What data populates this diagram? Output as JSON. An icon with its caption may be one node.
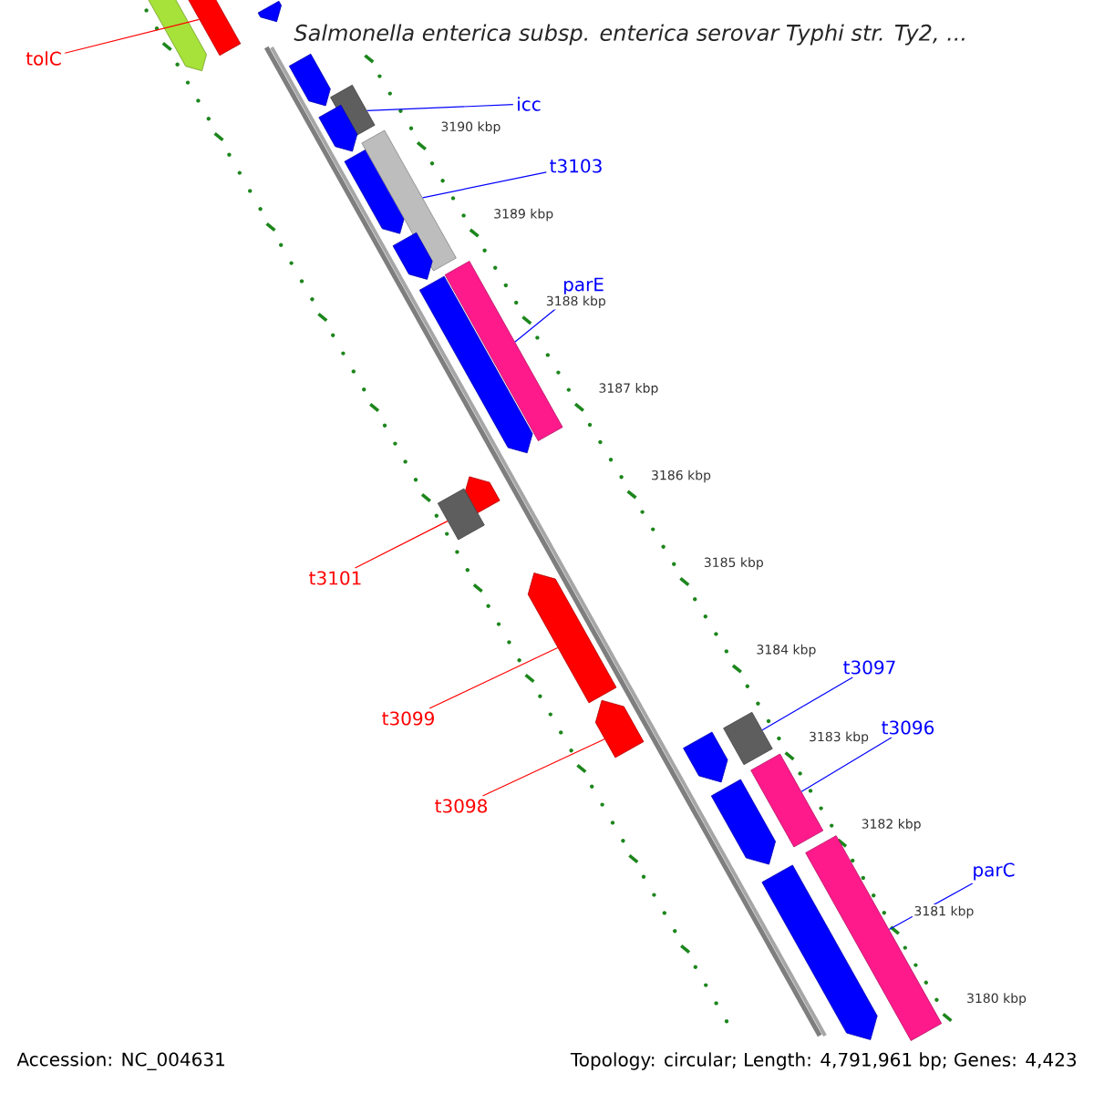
{
  "diagram": {
    "title": "Salmonella enterica subsp. enterica serovar Typhi str. Ty2, ...",
    "nodes": [
      {
        "text": [
          "tolC"
        ]
      },
      {
        "text": [
          "icc"
        ]
      },
      {
        "text": [
          "t3103"
        ]
      },
      {
        "text": [
          "parE"
        ]
      },
      {
        "text": [
          "t3101"
        ]
      },
      {
        "text": [
          "t3097"
        ]
      },
      {
        "text": [
          "t3099"
        ]
      },
      {
        "text": [
          "t3096"
        ]
      },
      {
        "text": [
          "t3098"
        ]
      },
      {
        "text": [
          "parC"
        ]
      },
      {
        "text": [],
        "shape": "pentagon"
      },
      {
        "text": [],
        "shape": "pentagon"
      },
      {
        "text": [],
        "shape": "pentagon"
      },
      {
        "text": [],
        "shape": "pentagon"
      },
      {
        "text": [],
        "shape": "bar"
      },
      {
        "text": [],
        "shape": "pentagon"
      },
      {
        "text": [],
        "shape": "pentagon"
      },
      {
        "text": [],
        "shape": "bar"
      },
      {
        "text": [],
        "shape": "pentagon"
      },
      {
        "text": [],
        "shape": "bar"
      },
      {
        "text": [],
        "shape": "pentagon"
      },
      {
        "text": [],
        "shape": "pentagon"
      },
      {
        "text": [],
        "shape": "bar"
      },
      {
        "text": [],
        "shape": "pentagon"
      },
      {
        "text": [],
        "shape": "pentagon"
      },
      {
        "text": [],
        "shape": "bar"
      },
      {
        "text": [],
        "shape": "pentagon"
      },
      {
        "text": [],
        "shape": "bar"
      },
      {
        "text": [],
        "shape": "pentagon"
      },
      {
        "text": [],
        "shape": "bar"
      },
      {
        "text": [],
        "shape": "pentagon"
      }
    ],
    "edges": [
      {
        "from": 0,
        "to": 12,
        "arrow": "none",
        "color": "#ff0000"
      },
      {
        "from": 1,
        "to": 14,
        "arrow": "none"
      },
      {
        "from": 2,
        "to": 17,
        "arrow": "none"
      },
      {
        "from": 3,
        "to": 19,
        "arrow": "none"
      },
      {
        "from": 4,
        "to": 22,
        "arrow": "none",
        "color": "#ff0000"
      },
      {
        "from": 6,
        "to": 23,
        "arrow": "none",
        "color": "#ff0000"
      },
      {
        "from": 8,
        "to": 24,
        "arrow": "none",
        "color": "#ff0000"
      },
      {
        "from": 5,
        "to": 25,
        "arrow": "none"
      },
      {
        "from": 7,
        "to": 27,
        "arrow": "none"
      },
      {
        "from": 9,
        "to": 29,
        "arrow": "none"
      }
    ],
    "labels": [
      "3190 kbp",
      "3189 kbp",
      "3188 kbp",
      "3187 kbp",
      "3186 kbp",
      "3185 kbp",
      "3184 kbp",
      "3183 kbp",
      "3182 kbp",
      "3181 kbp",
      "3180 kbp",
      "Accession: NC_004631",
      "Topology: circular; Length: 4,791,961 bp; Genes: 4,423"
    ]
  }
}
